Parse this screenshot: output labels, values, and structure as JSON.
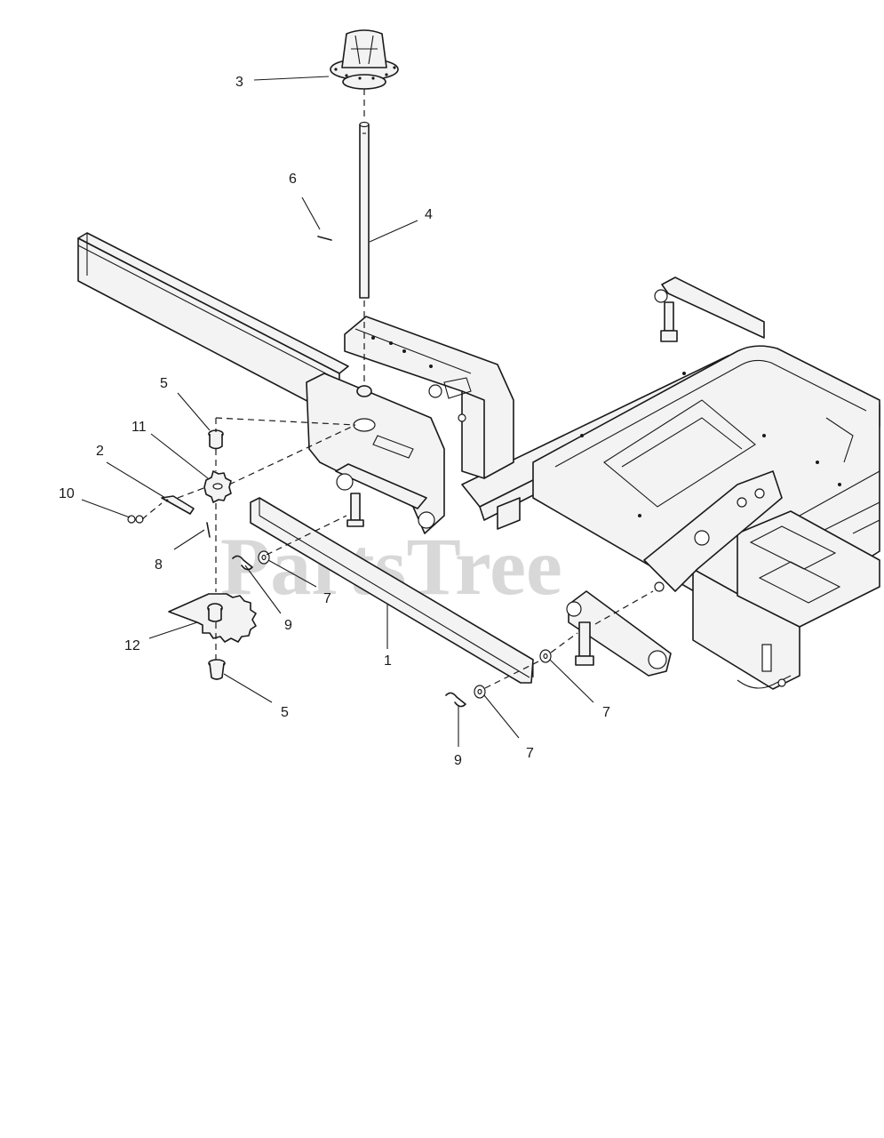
{
  "watermark": "PartsTree",
  "callouts": [
    {
      "id": "c3",
      "label": "3"
    },
    {
      "id": "c6",
      "label": "6"
    },
    {
      "id": "c4",
      "label": "4"
    },
    {
      "id": "c5a",
      "label": "5"
    },
    {
      "id": "c11",
      "label": "11"
    },
    {
      "id": "c2",
      "label": "2"
    },
    {
      "id": "c10",
      "label": "10"
    },
    {
      "id": "c8",
      "label": "8"
    },
    {
      "id": "c7a",
      "label": "7"
    },
    {
      "id": "c9a",
      "label": "9"
    },
    {
      "id": "c12",
      "label": "12"
    },
    {
      "id": "c1",
      "label": "1"
    },
    {
      "id": "c5b",
      "label": "5"
    },
    {
      "id": "c7b",
      "label": "7"
    },
    {
      "id": "c9b",
      "label": "9"
    },
    {
      "id": "c7c",
      "label": "7"
    }
  ]
}
